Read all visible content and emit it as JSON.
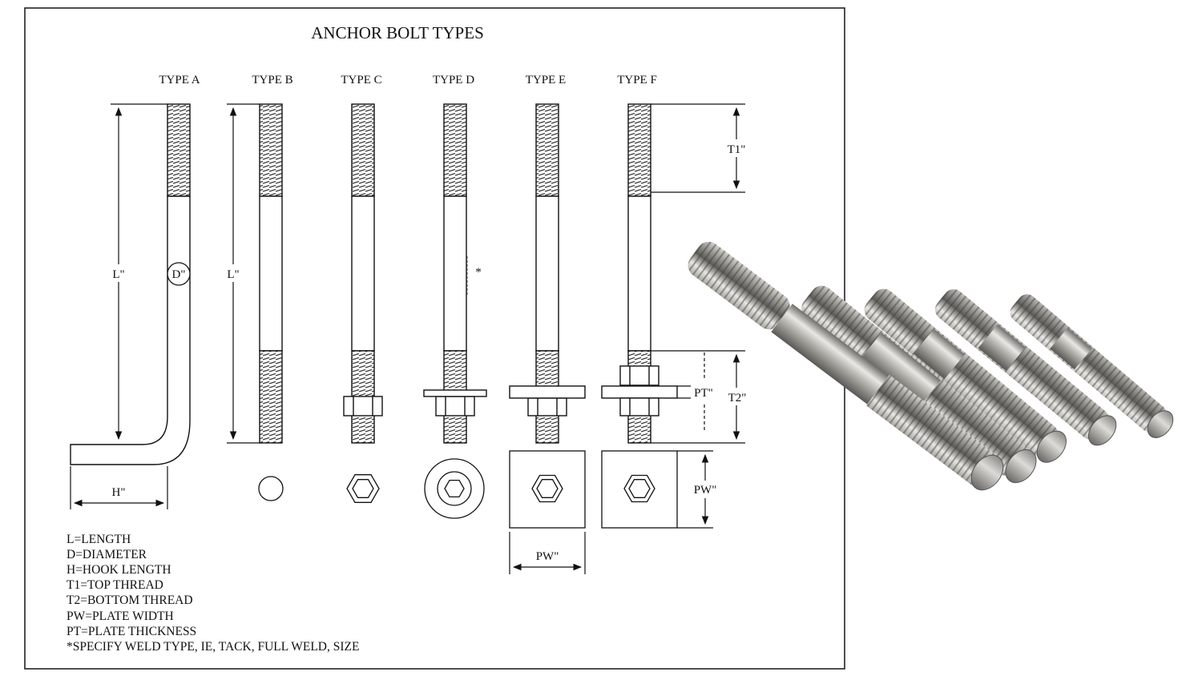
{
  "diagram": {
    "title": "ANCHOR BOLT TYPES",
    "types": [
      {
        "label": "TYPE A"
      },
      {
        "label": "TYPE B"
      },
      {
        "label": "TYPE C"
      },
      {
        "label": "TYPE D"
      },
      {
        "label": "TYPE E"
      },
      {
        "label": "TYPE F"
      }
    ],
    "dimensions": {
      "length_a": "L\"",
      "diameter": "D\"",
      "length_b": "L\"",
      "hook": "H\"",
      "top_thread": "T1\"",
      "bottom_thread": "T2\"",
      "plate_thickness": "PT\"",
      "plate_width_right": "PW\"",
      "plate_width_bottom": "PW\"",
      "weld_mark": "*"
    },
    "legend": [
      "L=LENGTH",
      "D=DIAMETER",
      "H=HOOK LENGTH",
      "T1=TOP THREAD",
      "T2=BOTTOM THREAD",
      "PW=PLATE WIDTH",
      "PT=PLATE THICKNESS",
      "*SPECIFY WELD TYPE, IE, TACK, FULL WELD, SIZE"
    ]
  },
  "photo": {
    "rods": 5,
    "colors": {
      "steel_dark": "#6f6e6a",
      "steel_mid": "#b4b2ad",
      "steel_light": "#e9e8e4"
    }
  }
}
